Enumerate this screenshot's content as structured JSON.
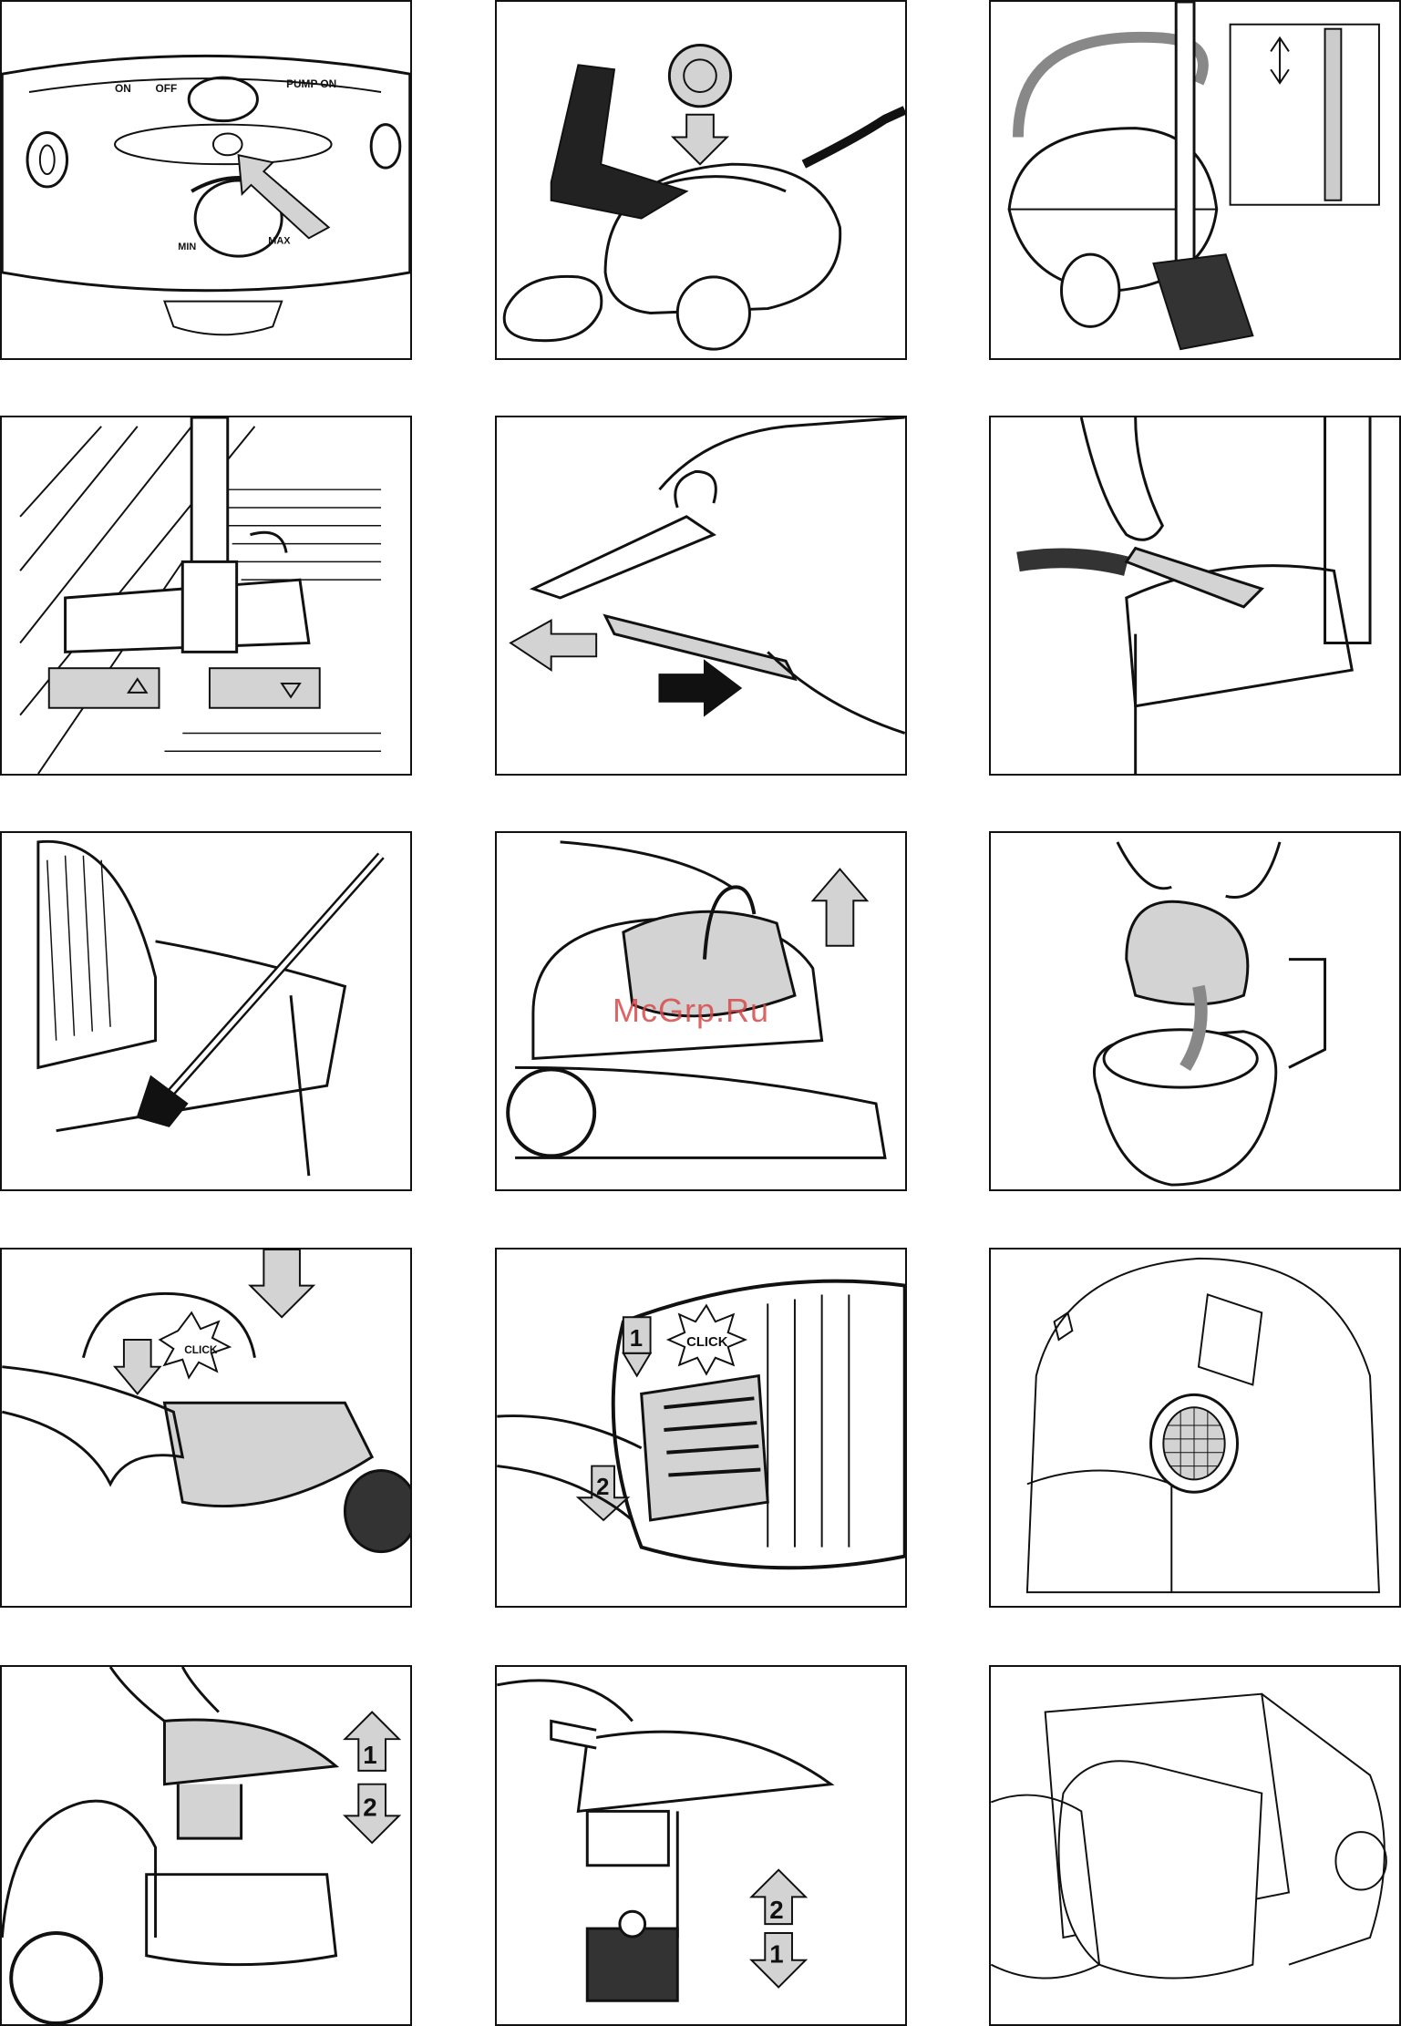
{
  "page": {
    "columns": 3,
    "rows": 5
  },
  "panels": [
    {
      "id": "control-panel",
      "labels": {
        "on": "ON",
        "off": "OFF",
        "pump_on": "PUMP ON",
        "min": "MIN",
        "max": "MAX"
      }
    },
    {
      "id": "power-button-foot",
      "labels": {}
    },
    {
      "id": "tube-park-position",
      "labels": {}
    },
    {
      "id": "floor-nozzle-setting",
      "labels": {}
    },
    {
      "id": "squeegee-assembly",
      "labels": {}
    },
    {
      "id": "upholstery-nozzle",
      "labels": {}
    },
    {
      "id": "crevice-nozzle",
      "labels": {}
    },
    {
      "id": "lift-water-tank",
      "labels": {}
    },
    {
      "id": "empty-tank-toilet",
      "labels": {}
    },
    {
      "id": "insert-tank-click",
      "labels": {
        "click": "CLICK"
      }
    },
    {
      "id": "filter-cover-click",
      "labels": {
        "step1": "1",
        "click": "CLICK",
        "step2": "2"
      }
    },
    {
      "id": "motor-filter-mesh",
      "labels": {}
    },
    {
      "id": "remove-separator",
      "labels": {
        "step1": "1",
        "step2": "2"
      }
    },
    {
      "id": "separator-filter",
      "labels": {
        "step2": "2",
        "step1": "1"
      }
    },
    {
      "id": "exhaust-filter",
      "labels": {}
    }
  ],
  "watermark": "McGrp.Ru",
  "colors": {
    "ink": "#111111",
    "arrow_fill": "#d3d3d3",
    "watermark": "#d84a4a"
  }
}
